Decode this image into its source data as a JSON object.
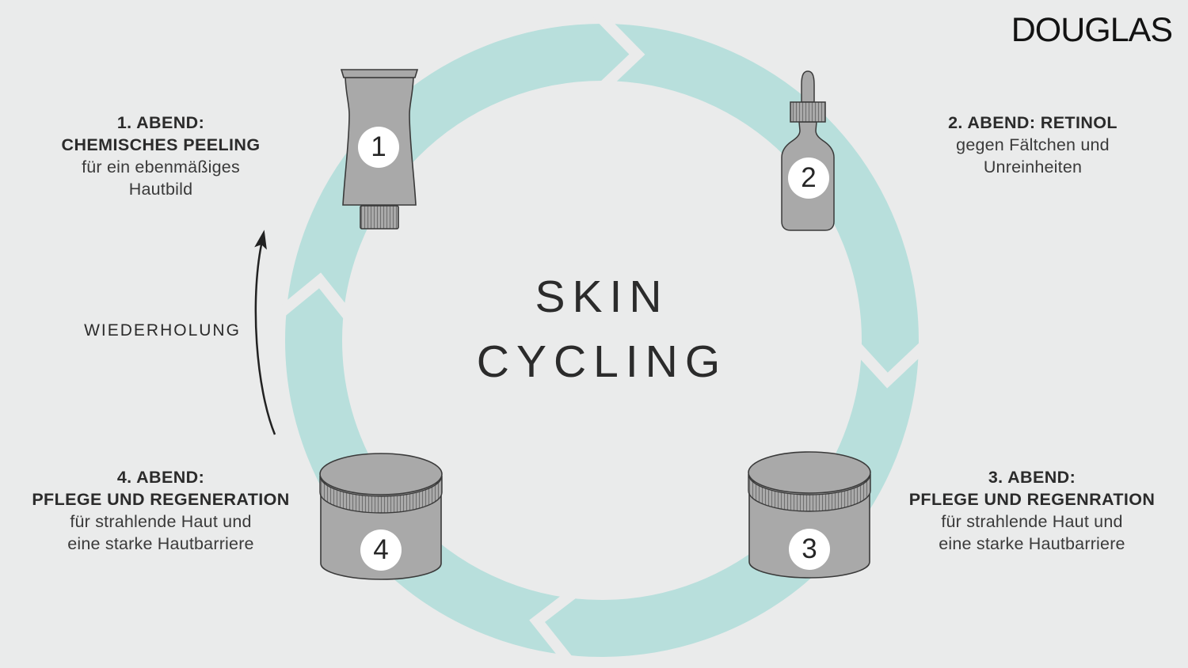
{
  "brand": {
    "logo_text": "DOUGLAS"
  },
  "title": {
    "text": "SKIN\nCYCLING"
  },
  "colors": {
    "background": "#eaebeb",
    "ring": "#b8dfdc",
    "product_fill": "#a9a9a9",
    "outline": "#3a3a3a",
    "text": "#2b2b2b",
    "badge_background": "#ffffff"
  },
  "cycle": {
    "repeat_label": "WIEDERHOLUNG",
    "direction": "clockwise",
    "steps": [
      {
        "number": "1",
        "heading": "1. ABEND:\nCHEMISCHES PEELING",
        "description": "für ein ebenmäßiges\nHautbild",
        "product_icon": "tube-icon"
      },
      {
        "number": "2",
        "heading": "2. ABEND: RETINOL",
        "description": "gegen Fältchen und\nUnreinheiten",
        "product_icon": "dropper-bottle-icon"
      },
      {
        "number": "3",
        "heading": "3. ABEND:\nPFLEGE UND REGENRATION",
        "description": "für strahlende Haut und\neine starke Hautbarriere",
        "product_icon": "jar-icon"
      },
      {
        "number": "4",
        "heading": "4. ABEND:\nPFLEGE UND REGENERATION",
        "description": "für strahlende Haut und\neine starke Hautbarriere",
        "product_icon": "jar-icon"
      }
    ]
  }
}
